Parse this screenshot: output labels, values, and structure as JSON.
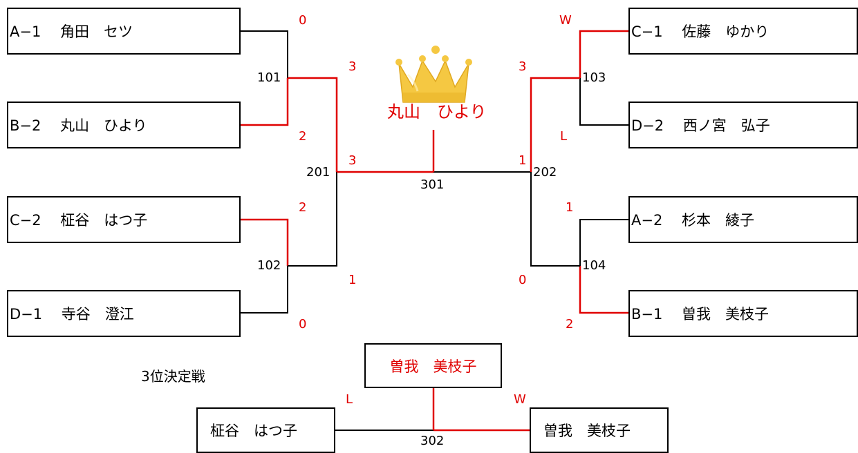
{
  "colors": {
    "winner_line": "#e00000",
    "loser_line": "#000000",
    "score": "#e00000",
    "crown": "#f5c842"
  },
  "icons": {
    "crown": "crown-icon"
  },
  "champion": "丸山　ひより",
  "third_place": {
    "title": "3位決定戦",
    "winner": "曽我　美枝子",
    "left": "柾谷　はつ子",
    "right": "曽我　美枝子",
    "match": "302",
    "left_mark": "L",
    "right_mark": "W"
  },
  "players": {
    "a1": "A−1　 角田　セツ",
    "b2": "B−2　 丸山　ひより",
    "c2": "C−2　 柾谷　はつ子",
    "d1": "D−1　 寺谷　澄江",
    "c1": "C−1　 佐藤　ゆかり",
    "d2": "D−2　 西ノ宮　弘子",
    "a2": "A−2　 杉本　綾子",
    "b1": "B−1　 曽我　美枝子"
  },
  "matches": {
    "m101": "101",
    "m102": "102",
    "m103": "103",
    "m104": "104",
    "m201": "201",
    "m202": "202",
    "m301": "301"
  },
  "scores": {
    "m101_top": "0",
    "m101_bottom": "2",
    "m102_top": "2",
    "m102_bottom": "0",
    "m201_top": "3",
    "m201_bottom": "1",
    "m201_final": "3",
    "m103_top": "W",
    "m103_bottom": "L",
    "m104_top": "1",
    "m104_bottom": "2",
    "m202_top": "3",
    "m202_bottom": "0",
    "m202_final": "1"
  }
}
